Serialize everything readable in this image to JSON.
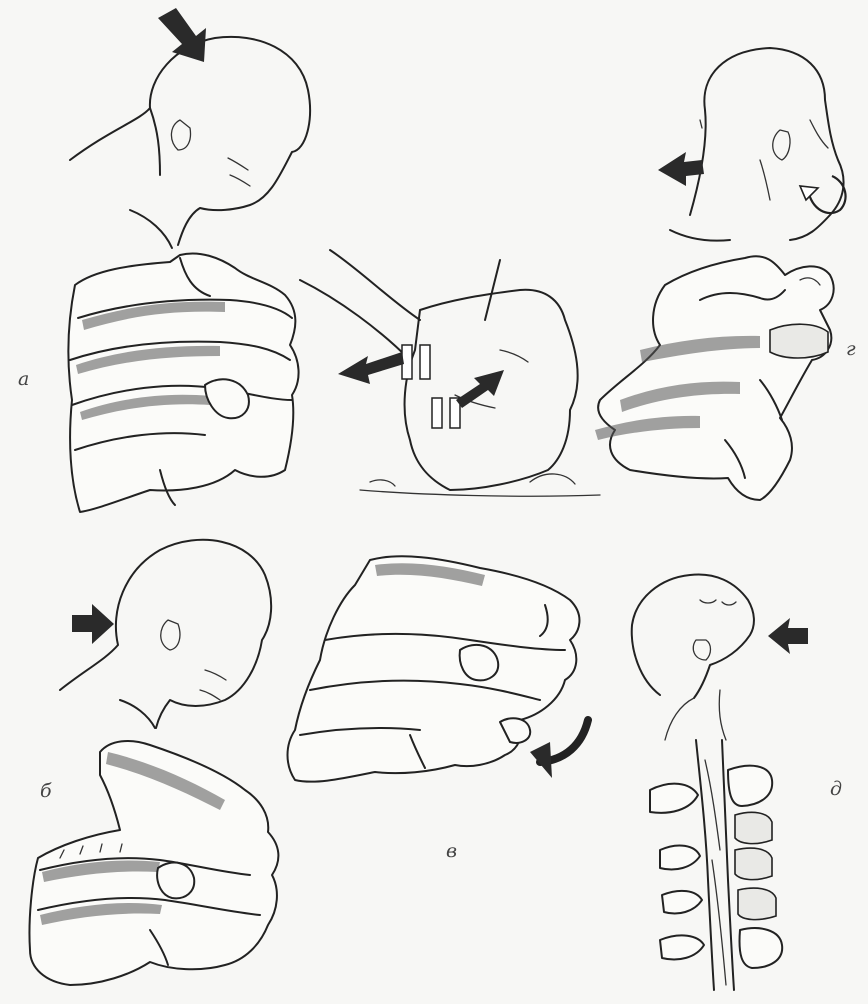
{
  "labels": {
    "a": "а",
    "b": "б",
    "v": "в",
    "g": "г",
    "d": "д"
  },
  "panels": [
    {
      "id": "a",
      "icon": "head-flexion-arrow-top-icon"
    },
    {
      "id": "b",
      "icon": "head-flexion-arrow-back-icon"
    },
    {
      "id": "v",
      "icon": "rotation-arrow-icon"
    },
    {
      "id": "g",
      "icon": "head-extension-rotation-icon"
    },
    {
      "id": "d",
      "icon": "head-hyperextension-arrow-front-icon"
    }
  ],
  "colors": {
    "ink": "#222222",
    "paper": "#f7f7f5"
  }
}
